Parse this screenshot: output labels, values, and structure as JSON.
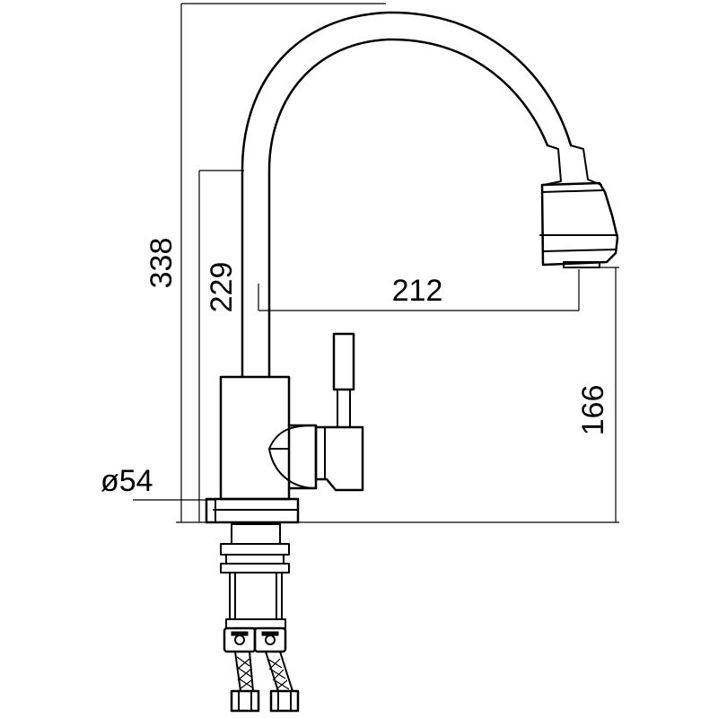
{
  "dimensions": {
    "total_height": "338",
    "spout_height": "229",
    "reach": "212",
    "outlet_height": "166",
    "base_diameter": "ø54"
  }
}
